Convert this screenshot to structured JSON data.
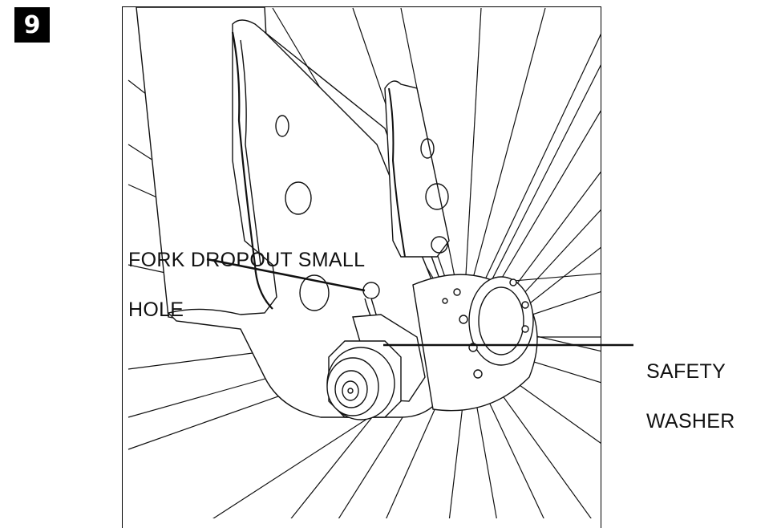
{
  "step": {
    "number": "9"
  },
  "callouts": {
    "dropout_line1": "FORK DROPOUT SMALL",
    "dropout_line2": "HOLE",
    "washer_line1": "SAFETY",
    "washer_line2": "WASHER"
  },
  "icons": [
    "fork-dropout-illustration",
    "axle-nut-icon",
    "hub-icon",
    "spokes-icon"
  ]
}
